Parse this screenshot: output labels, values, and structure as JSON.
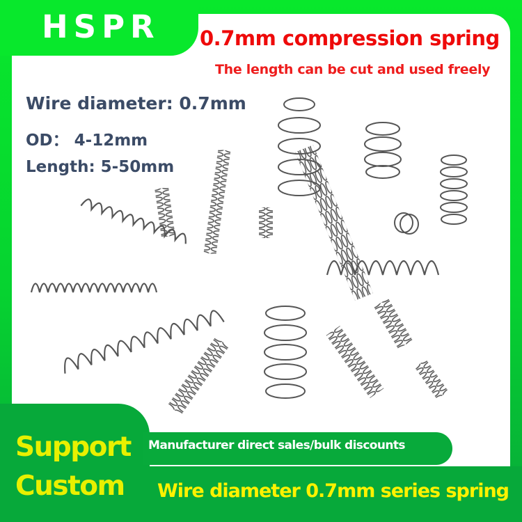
{
  "header": {
    "brand": "HSPR",
    "title": "0.7mm compression spring",
    "subtitle": "The length can be cut and used freely"
  },
  "specs": {
    "wire_diameter": "Wire diameter: 0.7mm",
    "od": "OD： 4-12mm",
    "length": "Length: 5-50mm"
  },
  "footer": {
    "support_line1": "Support",
    "support_line2": "Custom",
    "pill_text": "Manufacturer direct sales/bulk discounts",
    "series_text": "Wire diameter 0.7mm series spring"
  },
  "colors": {
    "frame_green_top": "#08e82c",
    "frame_green_bottom": "#07a93a",
    "title_red": "#ee0a0a",
    "spec_text": "#3b4b66",
    "support_yellow": "#e8f000"
  }
}
